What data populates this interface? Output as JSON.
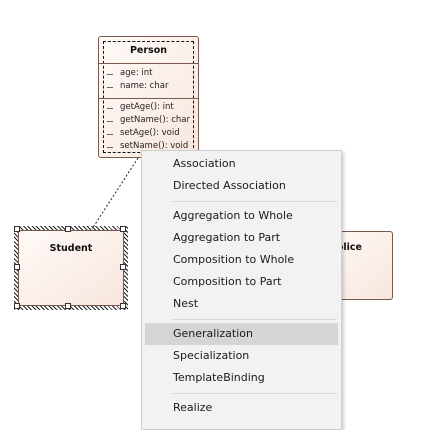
{
  "diagram": {
    "person": {
      "title": "Person",
      "attributes": [
        "age: int",
        "name: char"
      ],
      "operations": [
        "getAge(): int",
        "getName(): char",
        "setAge(): void",
        "setName(): void"
      ]
    },
    "student": {
      "title": "Student"
    },
    "police": {
      "title": "olice"
    }
  },
  "context_menu": {
    "groups": [
      [
        "Association",
        "Directed Association"
      ],
      [
        "Aggregation to Whole",
        "Aggregation to Part",
        "Composition to Whole",
        "Composition to Part",
        "Nest"
      ],
      [
        "Generalization",
        "Specialization",
        "TemplateBinding"
      ],
      [
        "Realize"
      ]
    ],
    "highlighted": "Generalization"
  },
  "colors": {
    "class_fill_start": "#fffaf7",
    "class_fill_end": "#f7e6de",
    "class_border": "#7a5a4f",
    "menu_background": "#f2f2f2",
    "menu_highlight": "#d5d5d5"
  }
}
